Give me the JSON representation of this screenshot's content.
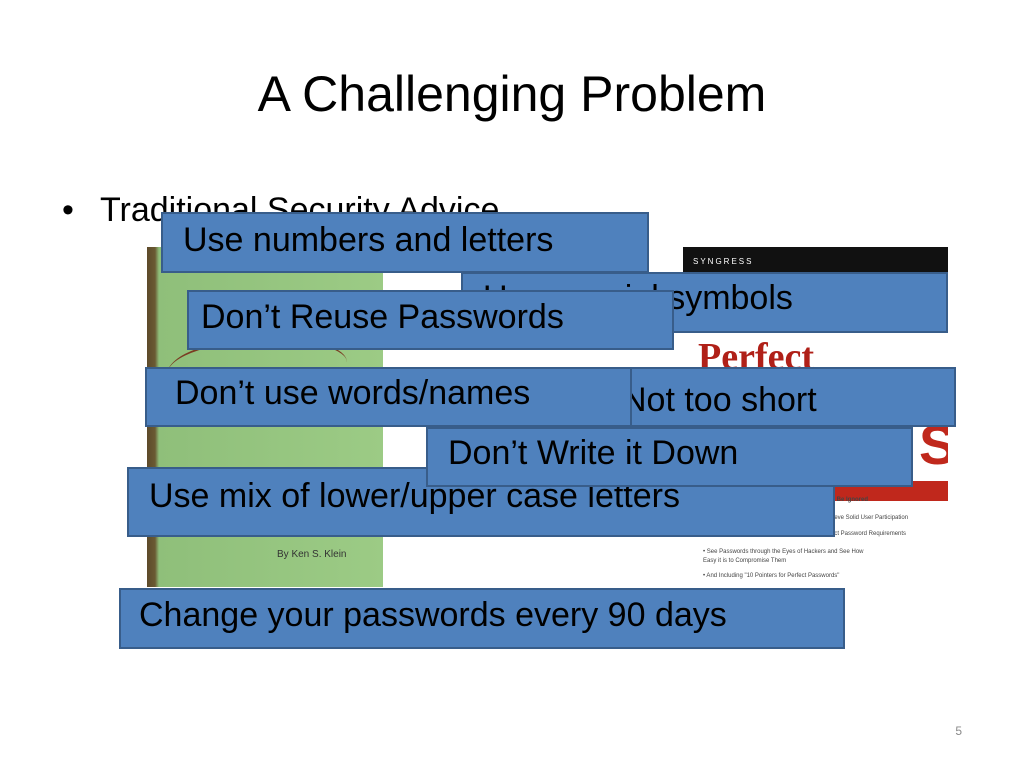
{
  "slide": {
    "title": "A Challenging Problem",
    "bullet": {
      "marker": "•",
      "text": "Traditional Security Advice"
    },
    "book1_author": "By Ken S. Klein",
    "book2": {
      "publisher": "SYNGRESS",
      "title_word": "Perfect",
      "title_end": "S",
      "lines": [
        "t Be Ignored",
        "ieve Solid User Participation",
        "ict Password Requirements",
        "• See Passwords through the Eyes of Hackers and See How",
        "Easy it is to Compromise Them",
        "• And Including \"10 Pointers for Perfect Passwords\""
      ]
    },
    "labels": [
      "Use numbers and letters",
      "Use special symbols",
      "Don’t Reuse Passwords",
      "Don’t use words/names",
      "Not too short",
      "Don’t Write it Down",
      "Use mix of lower/upper case letters",
      "Change your passwords every 90 days"
    ],
    "page_number": "5"
  }
}
